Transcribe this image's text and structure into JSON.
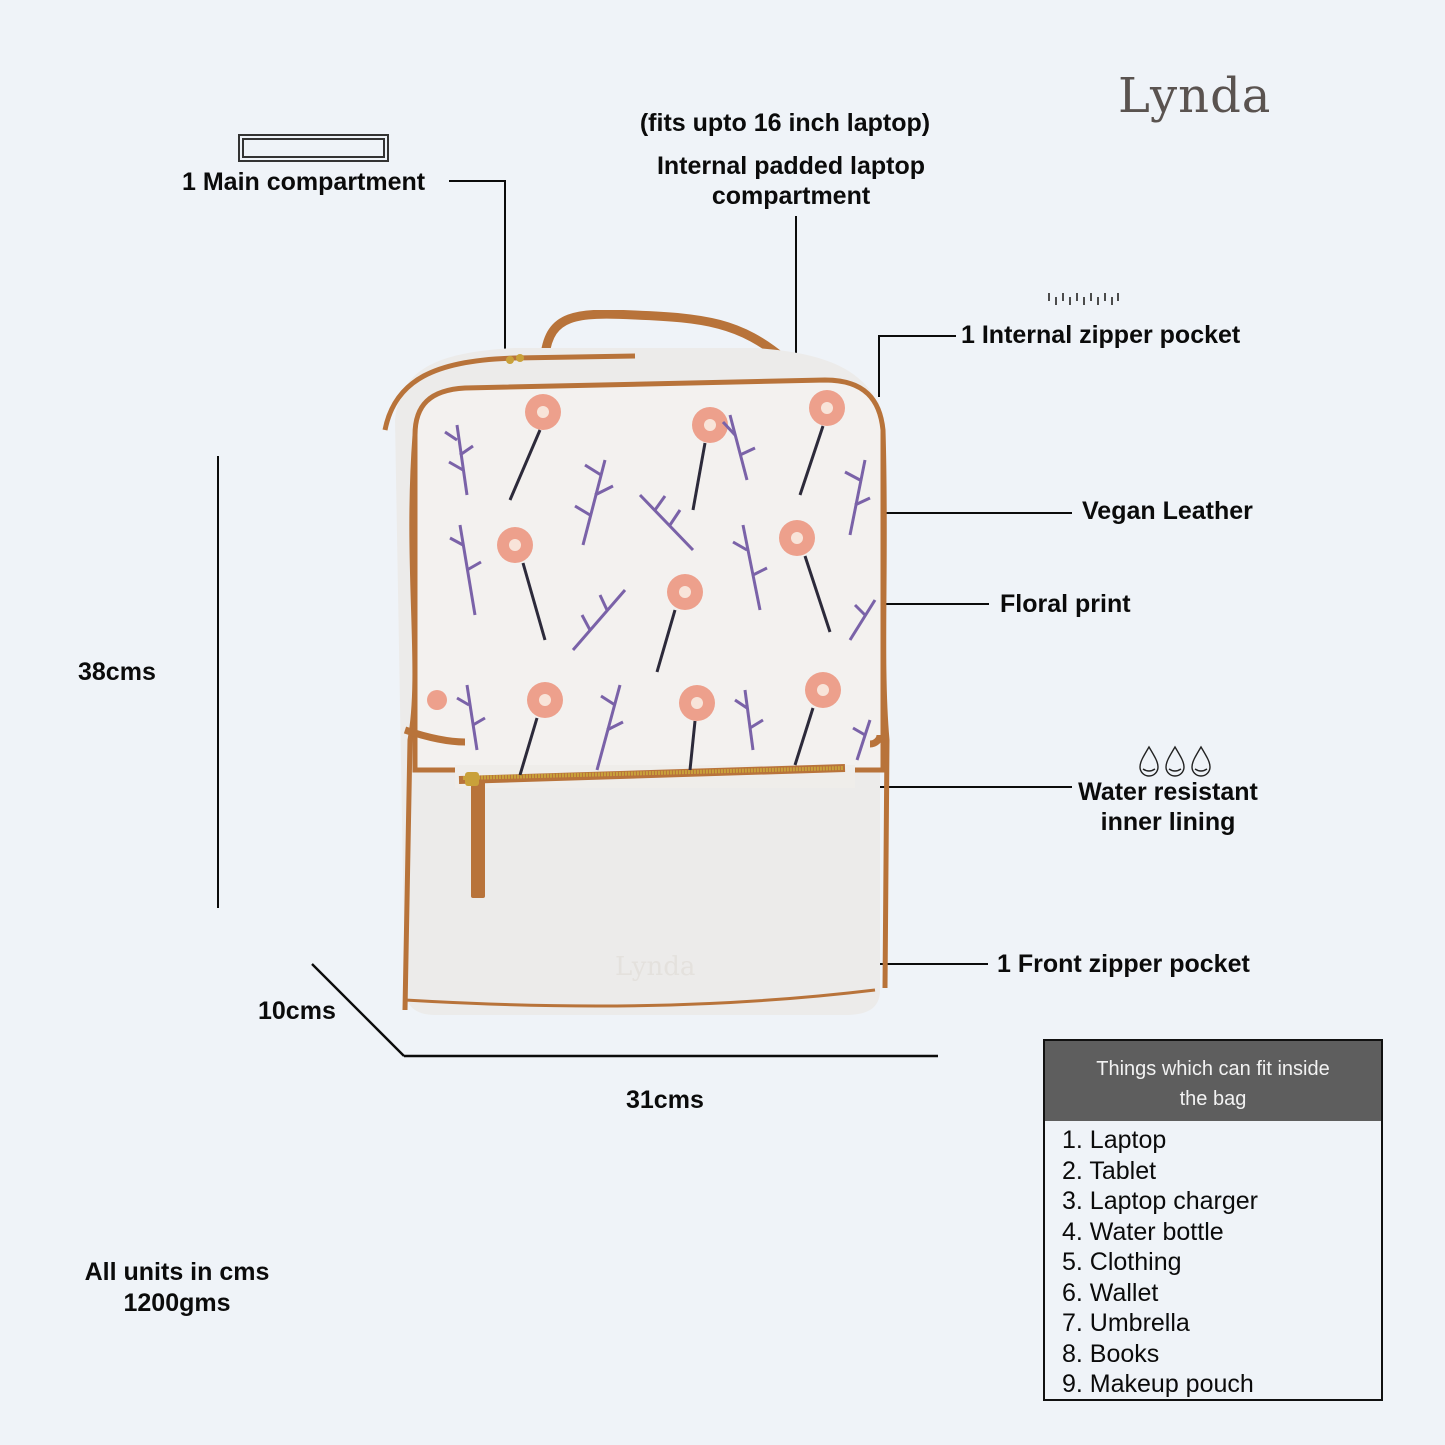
{
  "brand": {
    "name": "Lynda"
  },
  "features": {
    "main_compartment": "1 Main compartment",
    "laptop_fit_note": "(fits upto 16 inch laptop)",
    "laptop_compartment_line1": "Internal padded laptop",
    "laptop_compartment_line2": "compartment",
    "internal_zipper_pocket": "1 Internal zipper pocket",
    "vegan_leather": "Vegan Leather",
    "floral_print": "Floral print",
    "water_resistant_line1": "Water resistant",
    "water_resistant_line2": "inner lining",
    "front_zipper_pocket": "1 Front zipper pocket"
  },
  "dimensions": {
    "height": "38cms",
    "depth": "10cms",
    "width": "31cms"
  },
  "footer_note": {
    "units": "All units in cms",
    "weight": "1200gms"
  },
  "fit_box": {
    "title_line1": "Things which can fit inside",
    "title_line2": "the bag",
    "items": [
      "1. Laptop",
      "2. Tablet",
      "3. Laptop charger",
      "4. Water bottle",
      "5. Clothing",
      "6. Wallet",
      "7. Umbrella",
      "8. Books",
      "9. Makeup pouch"
    ]
  },
  "colors": {
    "background": "#eff3f8",
    "bag_body": "#f1efec",
    "trim": "#b8733a",
    "flower_pink": "#eda08c",
    "leaf_purple": "#7a62a8",
    "stem_dark": "#2c2a3a",
    "zipper_gold": "#c9a13a",
    "box_header": "#5e5e5e"
  }
}
